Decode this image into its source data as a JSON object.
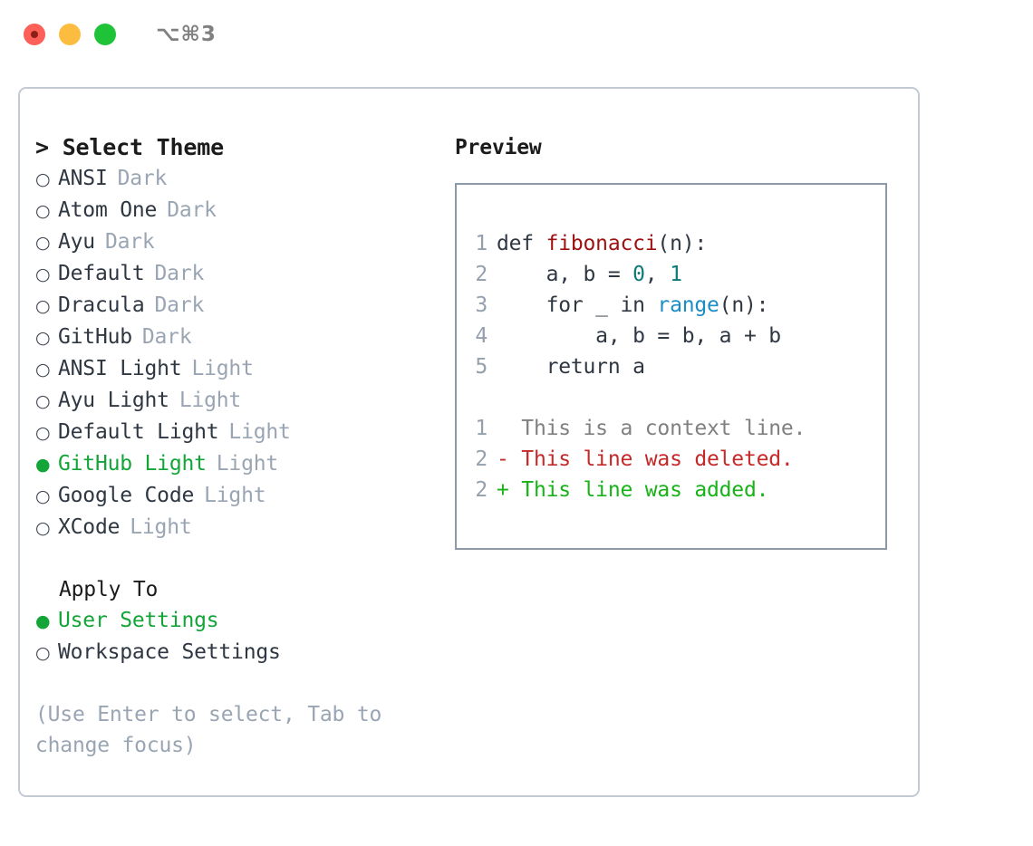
{
  "window": {
    "shortcut": "⌥⌘3",
    "buttons": {
      "close": "close-window",
      "minimize": "minimize-window",
      "maximize": "maximize-window"
    }
  },
  "left": {
    "heading": "> Select Theme",
    "themes": [
      {
        "bullet": "○",
        "name": "ANSI",
        "tag": "Dark",
        "selected": false
      },
      {
        "bullet": "○",
        "name": "Atom One",
        "tag": "Dark",
        "selected": false
      },
      {
        "bullet": "○",
        "name": "Ayu",
        "tag": "Dark",
        "selected": false
      },
      {
        "bullet": "○",
        "name": "Default",
        "tag": "Dark",
        "selected": false
      },
      {
        "bullet": "○",
        "name": "Dracula",
        "tag": "Dark",
        "selected": false
      },
      {
        "bullet": "○",
        "name": "GitHub",
        "tag": "Dark",
        "selected": false
      },
      {
        "bullet": "○",
        "name": "ANSI Light",
        "tag": "Light",
        "selected": false
      },
      {
        "bullet": "○",
        "name": "Ayu Light",
        "tag": "Light",
        "selected": false
      },
      {
        "bullet": "○",
        "name": "Default Light",
        "tag": "Light",
        "selected": false
      },
      {
        "bullet": "●",
        "name": "GitHub Light",
        "tag": "Light",
        "selected": true
      },
      {
        "bullet": "○",
        "name": "Google Code",
        "tag": "Light",
        "selected": false
      },
      {
        "bullet": "○",
        "name": "XCode",
        "tag": "Light",
        "selected": false
      }
    ],
    "apply_heading": "Apply To",
    "apply_options": [
      {
        "bullet": "●",
        "label": "User Settings",
        "selected": true
      },
      {
        "bullet": "○",
        "label": "Workspace Settings",
        "selected": false
      }
    ],
    "hint": "(Use Enter to select, Tab to change focus)"
  },
  "preview": {
    "title": "Preview",
    "code": [
      {
        "lineno": "1",
        "parts": [
          {
            "text": "def ",
            "tok": "plain"
          },
          {
            "text": "fibonacci",
            "tok": "fn"
          },
          {
            "text": "(n):",
            "tok": "plain"
          }
        ]
      },
      {
        "lineno": "2",
        "parts": [
          {
            "text": "    a, b = ",
            "tok": "plain"
          },
          {
            "text": "0",
            "tok": "num"
          },
          {
            "text": ", ",
            "tok": "plain"
          },
          {
            "text": "1",
            "tok": "num"
          }
        ]
      },
      {
        "lineno": "3",
        "parts": [
          {
            "text": "    for _ in ",
            "tok": "plain"
          },
          {
            "text": "range",
            "tok": "call"
          },
          {
            "text": "(n):",
            "tok": "plain"
          }
        ]
      },
      {
        "lineno": "4",
        "parts": [
          {
            "text": "        a, b = b, a + b",
            "tok": "plain"
          }
        ]
      },
      {
        "lineno": "5",
        "parts": [
          {
            "text": "    return a",
            "tok": "plain"
          }
        ]
      }
    ],
    "diff": [
      {
        "lineno": "1",
        "marker": "  ",
        "text": "This is a context line.",
        "kind": "ctx"
      },
      {
        "lineno": "2",
        "marker": "- ",
        "text": "This line was deleted.",
        "kind": "del"
      },
      {
        "lineno": "2",
        "marker": "+ ",
        "text": "This line was added.",
        "kind": "add"
      }
    ]
  },
  "colors": {
    "accent_green": "#13a538",
    "tag_muted": "#9aa5b4",
    "panel_border": "#c3cad4",
    "preview_border": "#8c99a8",
    "syntax_function": "#9e1111",
    "syntax_number": "#0d7a78",
    "syntax_call": "#1a8cc8",
    "diff_deleted": "#c62828",
    "diff_added": "#17b317",
    "diff_context": "#808080",
    "text_primary": "#2f3742",
    "lineno": "#95a0ae"
  }
}
